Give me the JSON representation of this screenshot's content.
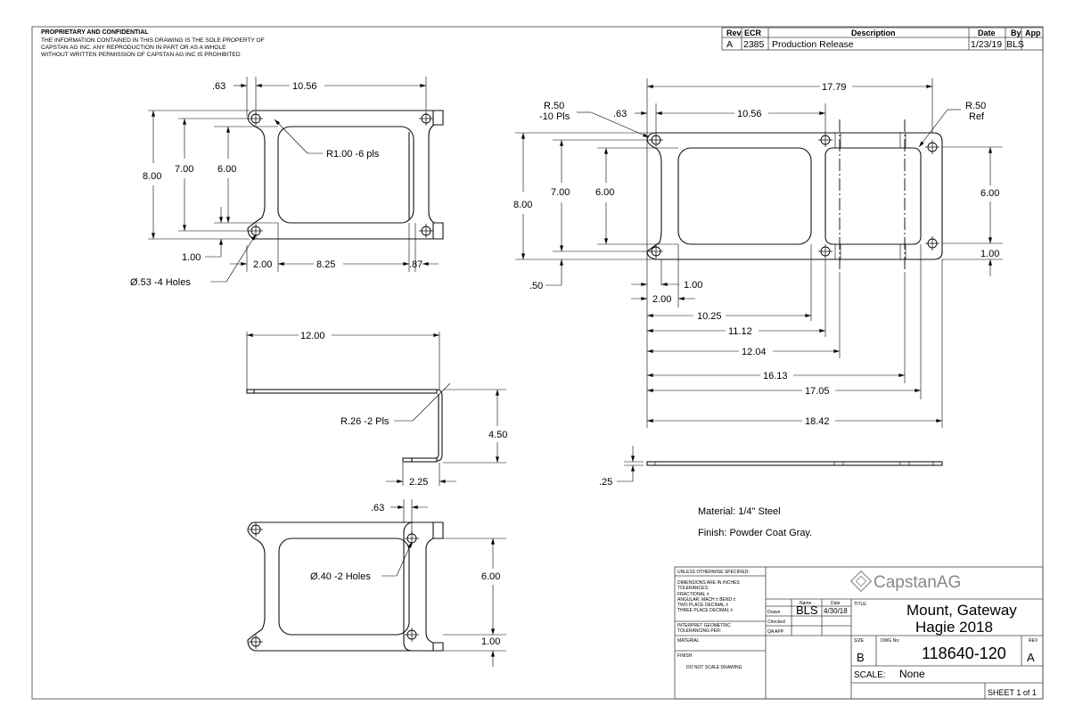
{
  "notice": {
    "title": "PROPRIETARY AND CONFIDENTIAL",
    "lines": [
      "THE INFORMATION CONTAINED IN THIS DRAWING IS THE SOLE PROPERTY OF",
      "CAPSTAN AG INC. ANY REPRODUCTION IN PART OR AS A WHOLE",
      "WITHOUT WRITTEN PERMISSION OF CAPSTAN AG INC IS PROHIBITED"
    ]
  },
  "revision_table": {
    "headers": [
      "Rev",
      "ECR",
      "Description",
      "Date",
      "By",
      "App"
    ],
    "rows": [
      {
        "rev": "A",
        "ecr": "2385",
        "description": "Production Release",
        "date": "1/23/19",
        "by": "BLS",
        "app": ""
      }
    ]
  },
  "view_top_left": {
    "dims": {
      "d063": ".63",
      "d1056": "10.56",
      "d800": "8.00",
      "d700": "7.00",
      "d600": "6.00",
      "d100": "1.00",
      "d200": "2.00",
      "d825": "8.25",
      "d087": ".87"
    },
    "callouts": {
      "radius": "R1.00 -6 pls",
      "holes": "Ø.53 -4 Holes"
    }
  },
  "view_side": {
    "dims": {
      "d1200": "12.00",
      "d450": "4.50",
      "d225": "2.25"
    },
    "callouts": {
      "radius": "R.26 -2 Pls"
    }
  },
  "view_bottom_left": {
    "dims": {
      "d063": ".63",
      "d600": "6.00",
      "d100": "1.00"
    },
    "callouts": {
      "holes": "Ø.40 -2 Holes"
    }
  },
  "view_flat": {
    "dims": {
      "d1779": "17.79",
      "d063": ".63",
      "d1056": "10.56",
      "d800": "8.00",
      "d700": "7.00",
      "d600": "6.00",
      "d050": ".50",
      "d100_left": "1.00",
      "d200": "2.00",
      "d1025": "10.25",
      "d1112": "11.12",
      "d1204": "12.04",
      "d1613": "16.13",
      "d1705": "17.05",
      "d1842": "18.42",
      "d600_right": "6.00",
      "d100_right": "1.00",
      "d025": ".25"
    },
    "callouts": {
      "radius_left_1": "R.50",
      "radius_left_2": "-10 Pls",
      "radius_right_1": "R.50",
      "radius_right_2": "Ref"
    }
  },
  "notes": {
    "material": "Material: 1/4\" Steel",
    "finish": "Finish: Powder Coat Gray."
  },
  "title_block": {
    "unless": "UNLESS OTHERWISE SPECIFIED:",
    "dims_inches": "DIMENSIONS ARE IN INCHES",
    "tolerances": "TOLERANCES:",
    "fractional": "FRACTIONAL ±",
    "angular": "ANGULAR: MACH ±    BEND ±",
    "two_place": "TWO PLACE DECIMAL    ±",
    "three_place": "THREE PLACE DECIMAL  ±",
    "interpret_1": "INTERPRET GEOMETRIC",
    "interpret_2": "TOLERANCING PER:",
    "material_label": "MATERIAL",
    "finish_label": "FINISH",
    "do_not_scale": "DO NOT SCALE DRAWING",
    "name_header": "Name",
    "date_header": "Date",
    "drawn_label": "Drawn",
    "drawn_name": "BLS",
    "drawn_date": "4/30/18",
    "checked_label": "Checked",
    "qa_label": "QA APP",
    "company": "CapstanAG",
    "title_label": "TITLE:",
    "title_line1": "Mount, Gateway",
    "title_line2": "Hagie 2018",
    "size_label": "SIZE",
    "size": "B",
    "dwg_label": "DWG No:",
    "dwg_no": "118640-120",
    "rev_label": "REV",
    "rev": "A",
    "scale_label": "SCALE:",
    "scale": "None",
    "sheet": "SHEET 1 of 1"
  }
}
